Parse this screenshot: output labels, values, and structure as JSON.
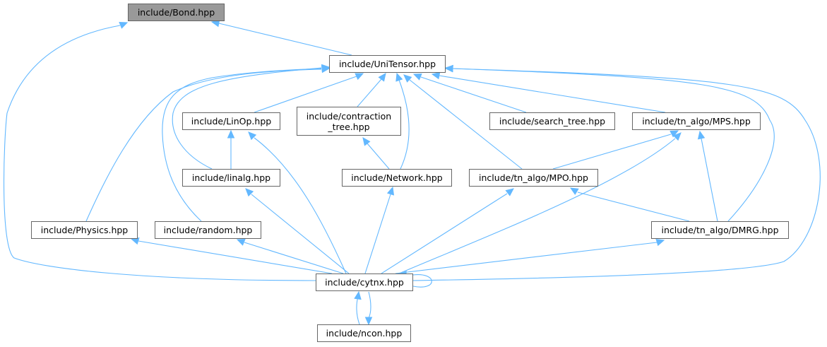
{
  "graph": {
    "type": "include-dependency-graph",
    "edge_color": "#63b8ff",
    "focus_node_color": "#999999",
    "nodes": [
      {
        "id": "bond",
        "label": "include/Bond.hpp",
        "focus": true
      },
      {
        "id": "unitensor",
        "label": "include/UniTensor.hpp"
      },
      {
        "id": "linop",
        "label": "include/LinOp.hpp"
      },
      {
        "id": "contraction_tree",
        "label": "include/contraction\n_tree.hpp"
      },
      {
        "id": "search_tree",
        "label": "include/search_tree.hpp"
      },
      {
        "id": "mps",
        "label": "include/tn_algo/MPS.hpp"
      },
      {
        "id": "linalg",
        "label": "include/linalg.hpp"
      },
      {
        "id": "network",
        "label": "include/Network.hpp"
      },
      {
        "id": "mpo",
        "label": "include/tn_algo/MPO.hpp"
      },
      {
        "id": "physics",
        "label": "include/Physics.hpp"
      },
      {
        "id": "random",
        "label": "include/random.hpp"
      },
      {
        "id": "dmrg",
        "label": "include/tn_algo/DMRG.hpp"
      },
      {
        "id": "cytnx",
        "label": "include/cytnx.hpp"
      },
      {
        "id": "ncon",
        "label": "include/ncon.hpp"
      }
    ],
    "edges": [
      {
        "from": "unitensor",
        "to": "bond"
      },
      {
        "from": "cytnx",
        "to": "bond"
      },
      {
        "from": "linop",
        "to": "unitensor"
      },
      {
        "from": "contraction_tree",
        "to": "unitensor"
      },
      {
        "from": "network",
        "to": "unitensor"
      },
      {
        "from": "search_tree",
        "to": "unitensor"
      },
      {
        "from": "mps",
        "to": "unitensor"
      },
      {
        "from": "mpo",
        "to": "unitensor"
      },
      {
        "from": "dmrg",
        "to": "unitensor"
      },
      {
        "from": "linalg",
        "to": "unitensor"
      },
      {
        "from": "physics",
        "to": "unitensor"
      },
      {
        "from": "random",
        "to": "unitensor"
      },
      {
        "from": "cytnx",
        "to": "unitensor"
      },
      {
        "from": "linalg",
        "to": "linop"
      },
      {
        "from": "cytnx",
        "to": "linop"
      },
      {
        "from": "network",
        "to": "contraction_tree"
      },
      {
        "from": "mpo",
        "to": "mps"
      },
      {
        "from": "dmrg",
        "to": "mps"
      },
      {
        "from": "cytnx",
        "to": "mps"
      },
      {
        "from": "cytnx",
        "to": "linalg"
      },
      {
        "from": "cytnx",
        "to": "network"
      },
      {
        "from": "cytnx",
        "to": "mpo"
      },
      {
        "from": "dmrg",
        "to": "mpo"
      },
      {
        "from": "cytnx",
        "to": "physics"
      },
      {
        "from": "cytnx",
        "to": "random"
      },
      {
        "from": "cytnx",
        "to": "dmrg"
      },
      {
        "from": "cytnx",
        "to": "cytnx"
      },
      {
        "from": "ncon",
        "to": "cytnx"
      },
      {
        "from": "cytnx",
        "to": "ncon"
      }
    ]
  }
}
